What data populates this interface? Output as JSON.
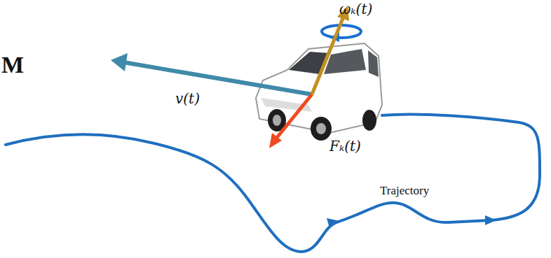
{
  "diagram": {
    "labels": [
      "M",
      "ωₖ(t)",
      "v(t)",
      "Fₖ(t)",
      "Trajectory"
    ]
  }
}
